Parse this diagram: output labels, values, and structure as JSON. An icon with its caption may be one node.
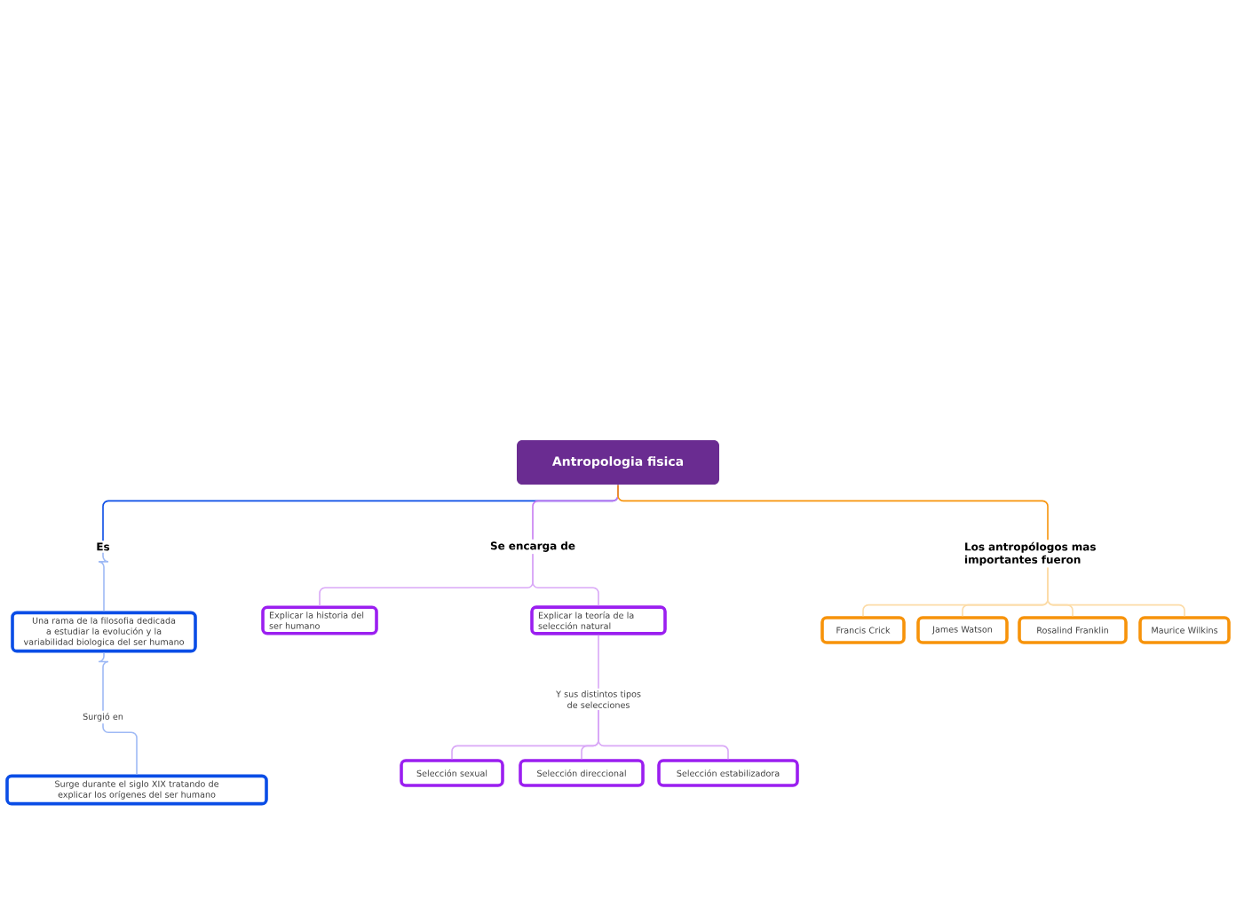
{
  "diagram": {
    "nodes": [
      {
        "text": [
          "Antropologia fisica"
        ]
      },
      {
        "text": [
          "Es"
        ]
      },
      {
        "text": [
          "Se encarga de"
        ]
      },
      {
        "text": [
          "Los antropólogos mas importantes fueron"
        ]
      },
      {
        "text": [
          "Una rama de la filosofia dedicada a estudiar la evolución y la variabilidad biologica del ser humano"
        ]
      },
      {
        "text": [
          "Surgió en"
        ]
      },
      {
        "text": [
          "Surge durante el siglo XIX tratando de explicar los orígenes del ser humano"
        ]
      },
      {
        "text": [
          "Explicar la historia del ser humano"
        ]
      },
      {
        "text": [
          "Explicar la teoría de la selección natural"
        ]
      },
      {
        "text": [
          "Y sus distintos tipos de selecciones"
        ]
      },
      {
        "text": [
          "Selección sexual"
        ]
      },
      {
        "text": [
          "Selección direccional"
        ]
      },
      {
        "text": [
          "Selección estabilizadora"
        ]
      },
      {
        "text": [
          "Francis Crick"
        ]
      },
      {
        "text": [
          "James Watson"
        ]
      },
      {
        "text": [
          "Rosalind Franklin"
        ]
      },
      {
        "text": [
          "Maurice Wilkins"
        ]
      }
    ],
    "edges": [
      {
        "from": 0,
        "to": 1,
        "arrow": "none",
        "color": "#0a4de6"
      },
      {
        "from": 0,
        "to": 2,
        "arrow": "none",
        "color": "#c77cf2"
      },
      {
        "from": 0,
        "to": 3,
        "arrow": "none",
        "color": "#f7930a"
      },
      {
        "from": 1,
        "to": 4,
        "arrow": "none",
        "color": "#9fbaf5"
      },
      {
        "from": 4,
        "to": 5,
        "arrow": "none",
        "color": "#9fbaf5"
      },
      {
        "from": 5,
        "to": 6,
        "arrow": "none",
        "color": "#9fbaf5"
      },
      {
        "from": 2,
        "to": 7,
        "arrow": "none",
        "color": "#d9a8f7"
      },
      {
        "from": 2,
        "to": 8,
        "arrow": "none",
        "color": "#d9a8f7"
      },
      {
        "from": 8,
        "to": 9,
        "arrow": "none",
        "color": "#d9a8f7"
      },
      {
        "from": 9,
        "to": 10,
        "arrow": "none",
        "color": "#d9a8f7"
      },
      {
        "from": 9,
        "to": 11,
        "arrow": "none",
        "color": "#d9a8f7"
      },
      {
        "from": 9,
        "to": 12,
        "arrow": "none",
        "color": "#d9a8f7"
      },
      {
        "from": 3,
        "to": 13,
        "arrow": "none",
        "color": "#fcdca8"
      },
      {
        "from": 3,
        "to": 14,
        "arrow": "none",
        "color": "#fcdca8"
      },
      {
        "from": 3,
        "to": 15,
        "arrow": "none",
        "color": "#fcdca8"
      },
      {
        "from": 3,
        "to": 16,
        "arrow": "none",
        "color": "#fcdca8"
      }
    ]
  }
}
